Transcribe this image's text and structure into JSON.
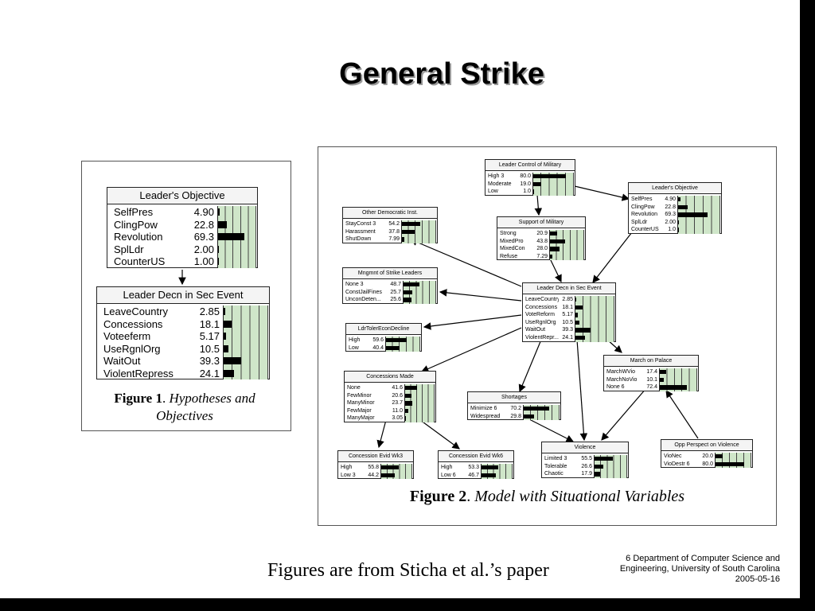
{
  "slide": {
    "title": "General Strike",
    "bottom_note": "Figures are from Sticha et al.’s paper",
    "footer": {
      "line1": "6 Department of Computer Science and",
      "line2": "Engineering, University of South Carolina",
      "line3": "2005-05-16"
    }
  },
  "figure1": {
    "caption_label": "Figure 1",
    "caption_text": "Hypotheses and Objectives",
    "nodes": [
      {
        "title": "Leader's Objective",
        "states": [
          {
            "label": "SelfPres",
            "value": "4.90",
            "p": 4.9
          },
          {
            "label": "ClingPow",
            "value": "22.8",
            "p": 22.8
          },
          {
            "label": "Revolution",
            "value": "69.3",
            "p": 69.3
          },
          {
            "label": "SplLdr",
            "value": "2.00",
            "p": 2.0
          },
          {
            "label": "CounterUS",
            "value": "1.00",
            "p": 1.0
          }
        ]
      },
      {
        "title": "Leader Decn in Sec Event",
        "states": [
          {
            "label": "LeaveCountry",
            "value": "2.85",
            "p": 2.85
          },
          {
            "label": "Concessions",
            "value": "18.1",
            "p": 18.1
          },
          {
            "label": "Voteeferm",
            "value": "5.17",
            "p": 5.17
          },
          {
            "label": "UseRgnlOrg",
            "value": "10.5",
            "p": 10.5
          },
          {
            "label": "WaitOut",
            "value": "39.3",
            "p": 39.3
          },
          {
            "label": "ViolentRepress",
            "value": "24.1",
            "p": 24.1
          }
        ]
      }
    ]
  },
  "figure2": {
    "caption_label": "Figure 2",
    "caption_text": "Model with Situational Variables",
    "nodes": [
      {
        "title": "Leader Control of Military",
        "states": [
          {
            "label": "High 3",
            "value": "80.0",
            "p": 80.0
          },
          {
            "label": "Moderate",
            "value": "19.0",
            "p": 19.0
          },
          {
            "label": "Low",
            "value": "1.0",
            "p": 1.0
          }
        ]
      },
      {
        "title": "Leader's Objective",
        "states": [
          {
            "label": "SelfPres",
            "value": "4.90",
            "p": 4.9
          },
          {
            "label": "ClingPow",
            "value": "22.8",
            "p": 22.8
          },
          {
            "label": "Revolution",
            "value": "69.3",
            "p": 69.3
          },
          {
            "label": "SplLdr",
            "value": "2.00",
            "p": 2.0
          },
          {
            "label": "CounterUS",
            "value": "1.0",
            "p": 1.0
          }
        ]
      },
      {
        "title": "Other Democratic Inst.",
        "states": [
          {
            "label": "StayConst 3",
            "value": "54.2",
            "p": 54.2
          },
          {
            "label": "Harassment",
            "value": "37.8",
            "p": 37.8
          },
          {
            "label": "ShutDown",
            "value": "7.99",
            "p": 7.99
          }
        ]
      },
      {
        "title": "Support of Military",
        "states": [
          {
            "label": "Strong",
            "value": "20.9",
            "p": 20.9
          },
          {
            "label": "MixedPro",
            "value": "43.8",
            "p": 43.8
          },
          {
            "label": "MixedCon",
            "value": "28.0",
            "p": 28.0
          },
          {
            "label": "Refuse",
            "value": "7.29",
            "p": 7.29
          }
        ]
      },
      {
        "title": "Mngmnt of Strike Leaders",
        "states": [
          {
            "label": "None 3",
            "value": "48.7",
            "p": 48.7
          },
          {
            "label": "ConstJailFines",
            "value": "25.7",
            "p": 25.7
          },
          {
            "label": "UnconDeten...",
            "value": "25.6",
            "p": 25.6
          }
        ]
      },
      {
        "title": "Leader Decn in Sec Event",
        "states": [
          {
            "label": "LeaveCountry",
            "value": "2.85",
            "p": 2.85
          },
          {
            "label": "Concessions",
            "value": "18.1",
            "p": 18.1
          },
          {
            "label": "VoteReform",
            "value": "5.17",
            "p": 5.17
          },
          {
            "label": "UseRgnlOrg",
            "value": "10.5",
            "p": 10.5
          },
          {
            "label": "WaitOut",
            "value": "39.3",
            "p": 39.3
          },
          {
            "label": "ViolentRepr...",
            "value": "24.1",
            "p": 24.1
          }
        ]
      },
      {
        "title": "LdrTolerEconDecline",
        "states": [
          {
            "label": "High",
            "value": "59.6",
            "p": 59.6
          },
          {
            "label": "Low",
            "value": "40.4",
            "p": 40.4
          }
        ]
      },
      {
        "title": "March on Palace",
        "states": [
          {
            "label": "MarchWVio",
            "value": "17.4",
            "p": 17.4
          },
          {
            "label": "MarchNoVio",
            "value": "10.1",
            "p": 10.1
          },
          {
            "label": "None 6",
            "value": "72.4",
            "p": 72.4
          }
        ]
      },
      {
        "title": "Concessions Made",
        "states": [
          {
            "label": "None",
            "value": "41.6",
            "p": 41.6
          },
          {
            "label": "FewMinor",
            "value": "20.6",
            "p": 20.6
          },
          {
            "label": "ManyMinor",
            "value": "23.7",
            "p": 23.7
          },
          {
            "label": "FewMajor",
            "value": "11.0",
            "p": 11.0
          },
          {
            "label": "ManyMajor",
            "value": "3.05",
            "p": 3.05
          }
        ]
      },
      {
        "title": "Shortages",
        "states": [
          {
            "label": "Minimize 6",
            "value": "70.2",
            "p": 70.2
          },
          {
            "label": "Widespread",
            "value": "29.8",
            "p": 29.8
          }
        ]
      },
      {
        "title": "Violence",
        "states": [
          {
            "label": "Limited 3",
            "value": "55.5",
            "p": 55.5
          },
          {
            "label": "Tolerable",
            "value": "26.6",
            "p": 26.6
          },
          {
            "label": "Chaotic",
            "value": "17.9",
            "p": 17.9
          }
        ]
      },
      {
        "title": "Opp Perspect on Violence",
        "states": [
          {
            "label": "VioNec",
            "value": "20.0",
            "p": 20.0
          },
          {
            "label": "VioDestr 6",
            "value": "80.0",
            "p": 80.0
          }
        ]
      },
      {
        "title": "Concession Evid Wk3",
        "states": [
          {
            "label": "High",
            "value": "55.8",
            "p": 55.8
          },
          {
            "label": "Low 3",
            "value": "44.2",
            "p": 44.2
          }
        ]
      },
      {
        "title": "Concession Evid Wk6",
        "states": [
          {
            "label": "High",
            "value": "53.3",
            "p": 53.3
          },
          {
            "label": "Low 6",
            "value": "46.7",
            "p": 46.7
          }
        ]
      }
    ]
  }
}
